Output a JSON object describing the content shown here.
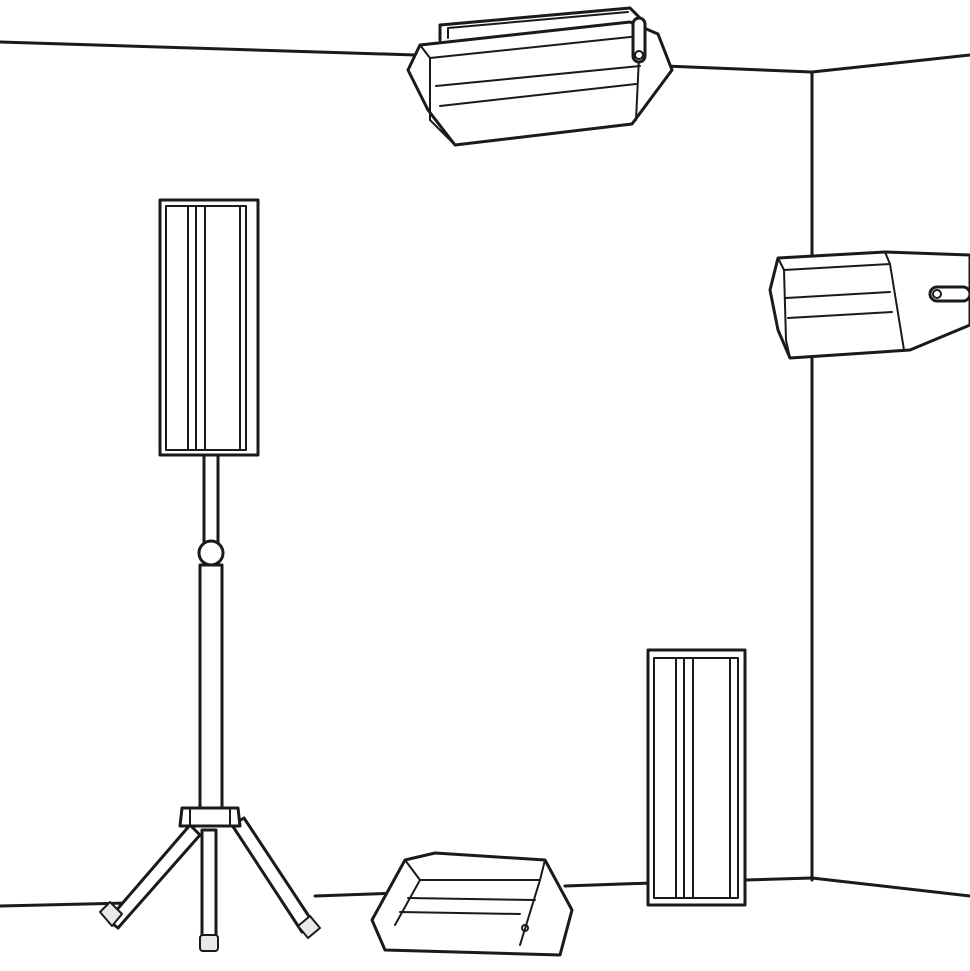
{
  "scene": {
    "elements": [
      {
        "name": "room-corner",
        "icon": "room-corner-outline"
      },
      {
        "name": "ceiling-mounted-speaker",
        "icon": "speaker-with-bracket-icon"
      },
      {
        "name": "wall-mounted-speaker",
        "icon": "speaker-wall-mount-icon"
      },
      {
        "name": "pole-mounted-column-speaker",
        "icon": "column-speaker-icon"
      },
      {
        "name": "tripod-stand",
        "icon": "tripod-stand-icon"
      },
      {
        "name": "floor-monitor-speaker",
        "icon": "wedge-monitor-icon"
      },
      {
        "name": "floor-standing-column-speaker",
        "icon": "column-speaker-icon"
      }
    ]
  },
  "colors": {
    "line": "#1a1a1a",
    "background": "#ffffff",
    "shade": "#e9e9e9"
  }
}
